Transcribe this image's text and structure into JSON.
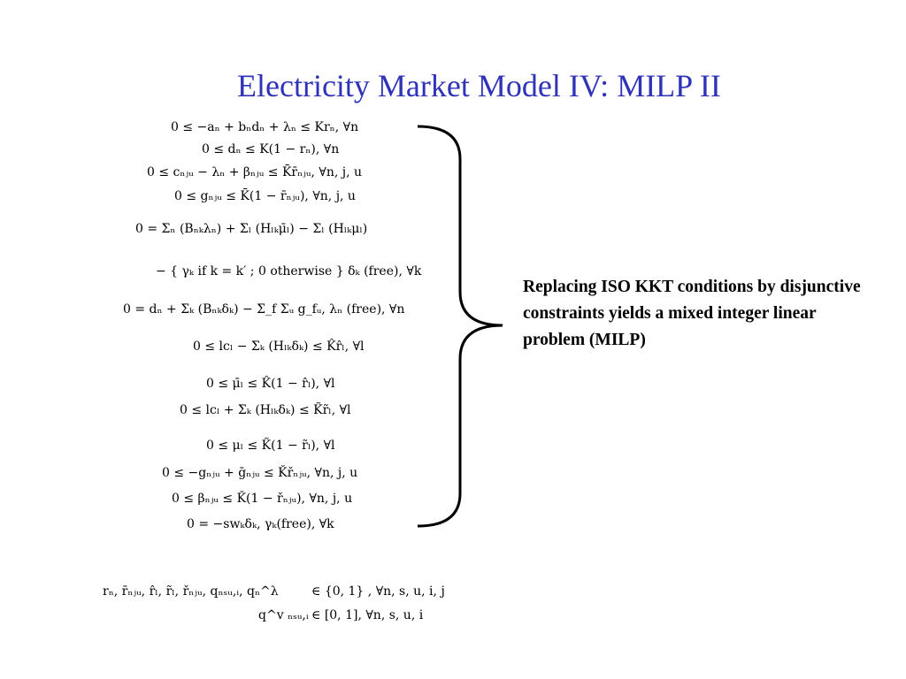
{
  "slide": {
    "title": "Electricity Market Model IV: MILP II",
    "note": "Replacing ISO KKT conditions by disjunctive constraints yields a mixed integer linear problem (MILP)"
  },
  "constraints": [
    "0 ≤ −aₙ + bₙdₙ + λₙ ≤ Krₙ, ∀n",
    "0 ≤ dₙ ≤ K(1 − rₙ), ∀n",
    "0 ≤ cₙⱼᵤ − λₙ + βₙⱼᵤ ≤ K̄r̄ₙⱼᵤ,  ∀n, j, u",
    "0 ≤ gₙⱼᵤ ≤ K̄(1 − r̄ₙⱼᵤ), ∀n, j, u",
    "0 = Σₙ (Bₙₖλₙ) + Σₗ (Hₗₖμ̄ₗ) − Σₗ (Hₗₖμₗ)",
    "− { γₖ  if k = k′ ;  0  otherwise }     δₖ (free), ∀k",
    "0 = dₙ + Σₖ (Bₙₖδₖ) − Σ_f Σᵤ g_fᵤ, λₙ (free), ∀n",
    "0 ≤ lcₗ − Σₖ (Hₗₖδₖ) ≤ K̂r̂ₗ, ∀l",
    "0 ≤ μ̄ₗ ≤ K̂(1 − r̂ₗ), ∀l",
    "0 ≤ lcₗ + Σₖ (Hₗₖδₖ) ≤ K̃r̃ₗ, ∀l",
    "0 ≤ μₗ ≤ K̃(1 − r̃ₗ), ∀l",
    "0 ≤ −gₙⱼᵤ + ḡₙⱼᵤ ≤ Ǩřₙⱼᵤ, ∀n, j, u",
    "0 ≤ βₙⱼᵤ ≤ Ǩ(1 − řₙⱼᵤ), ∀n, j, u",
    "0 = −swₖδₖ,    γₖ(free), ∀k"
  ],
  "binary": {
    "line1_vars": "rₙ, r̄ₙⱼᵤ, r̂ₗ, r̃ₗ, řₙⱼᵤ, qₙₛᵤ,ᵢ, qₙ^λ",
    "line1_set": "∈   {0, 1} , ∀n, s, u, i, j",
    "line2_vars": "q^v ₙₛᵤ,ᵢ",
    "line2_set": "∈   [0, 1], ∀n, s, u, i"
  }
}
